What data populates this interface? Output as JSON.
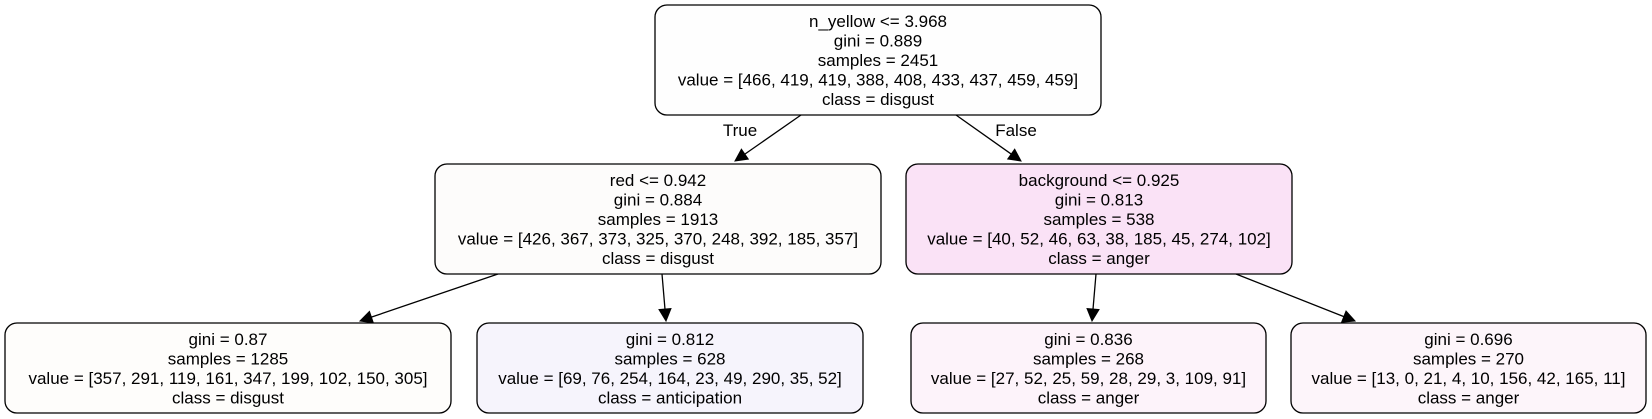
{
  "tree": {
    "nodes": [
      {
        "id": "root",
        "fill": "#fefefe",
        "lines": [
          "n_yellow <= 3.968",
          "gini = 0.889",
          "samples = 2451",
          "value = [466, 419, 419, 388, 408, 433, 437, 459, 459]",
          "class = disgust"
        ]
      },
      {
        "id": "left",
        "fill": "#fdfcfb",
        "lines": [
          "red <= 0.942",
          "gini = 0.884",
          "samples = 1913",
          "value = [426, 367, 373, 325, 370, 248, 392, 185, 357]",
          "class = disgust"
        ]
      },
      {
        "id": "right",
        "fill": "#fae2f6",
        "lines": [
          "background <= 0.925",
          "gini = 0.813",
          "samples = 538",
          "value = [40, 52, 46, 63, 38, 185, 45, 274, 102]",
          "class = anger"
        ]
      },
      {
        "id": "ll",
        "fill": "#fefdfb",
        "lines": [
          "gini = 0.87",
          "samples = 1285",
          "value = [357, 291, 119, 161, 347, 199, 102, 150, 305]",
          "class = disgust"
        ]
      },
      {
        "id": "lr",
        "fill": "#f6f4fc",
        "lines": [
          "gini = 0.812",
          "samples = 628",
          "value = [69, 76, 254, 164, 23, 49, 290, 35, 52]",
          "class = anticipation"
        ]
      },
      {
        "id": "rl",
        "fill": "#fdf3fa",
        "lines": [
          "gini = 0.836",
          "samples = 268",
          "value = [27, 52, 25, 59, 28, 29, 3, 109, 91]",
          "class = anger"
        ]
      },
      {
        "id": "rr",
        "fill": "#fdf5fa",
        "lines": [
          "gini = 0.696",
          "samples = 270",
          "value = [13, 0, 21, 4, 10, 156, 42, 165, 11]",
          "class = anger"
        ]
      }
    ],
    "edges": [
      {
        "from": "root",
        "to": "left",
        "label": "True"
      },
      {
        "from": "root",
        "to": "right",
        "label": "False"
      },
      {
        "from": "left",
        "to": "ll",
        "label": ""
      },
      {
        "from": "left",
        "to": "lr",
        "label": ""
      },
      {
        "from": "right",
        "to": "rl",
        "label": ""
      },
      {
        "from": "right",
        "to": "rr",
        "label": ""
      }
    ]
  }
}
